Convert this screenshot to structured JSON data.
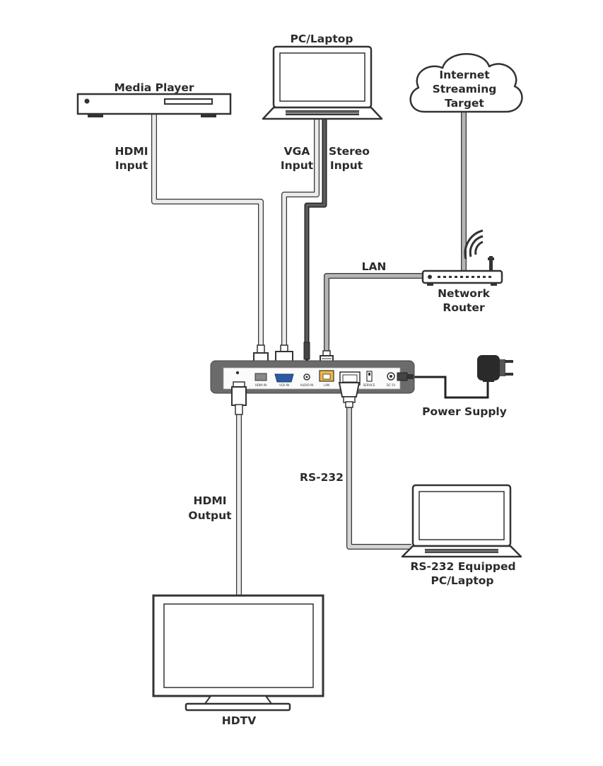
{
  "labels": {
    "media_player": "Media Player",
    "pc_laptop": "PC/Laptop",
    "internet_line1": "Internet",
    "internet_line2": "Streaming",
    "internet_line3": "Target",
    "hdmi_input_line1": "HDMI",
    "hdmi_input_line2": "Input",
    "vga_input_line1": "VGA",
    "vga_input_line2": "Input",
    "stereo_input_line1": "Stereo",
    "stereo_input_line2": "Input",
    "lan": "LAN",
    "network_router_line1": "Network",
    "network_router_line2": "Router",
    "power_supply": "Power Supply",
    "rs232": "RS-232",
    "hdmi_output_line1": "HDMI",
    "hdmi_output_line2": "Output",
    "rs232_pc_line1": "RS-232 Equipped",
    "rs232_pc_line2": "PC/Laptop",
    "hdtv": "HDTV"
  },
  "ports": {
    "hdmi_in": "HDMI IN",
    "vga_in": "VGA IN",
    "audio_in": "AUDIO IN",
    "lan": "LAN",
    "service": "SERVICE",
    "dc_in": "DC 5V"
  },
  "colors": {
    "cable_fill": "#e9e9e9",
    "cable_dark": "#4a4a4a",
    "device_body": "#6b6b6b",
    "text": "#2b2b2b"
  }
}
